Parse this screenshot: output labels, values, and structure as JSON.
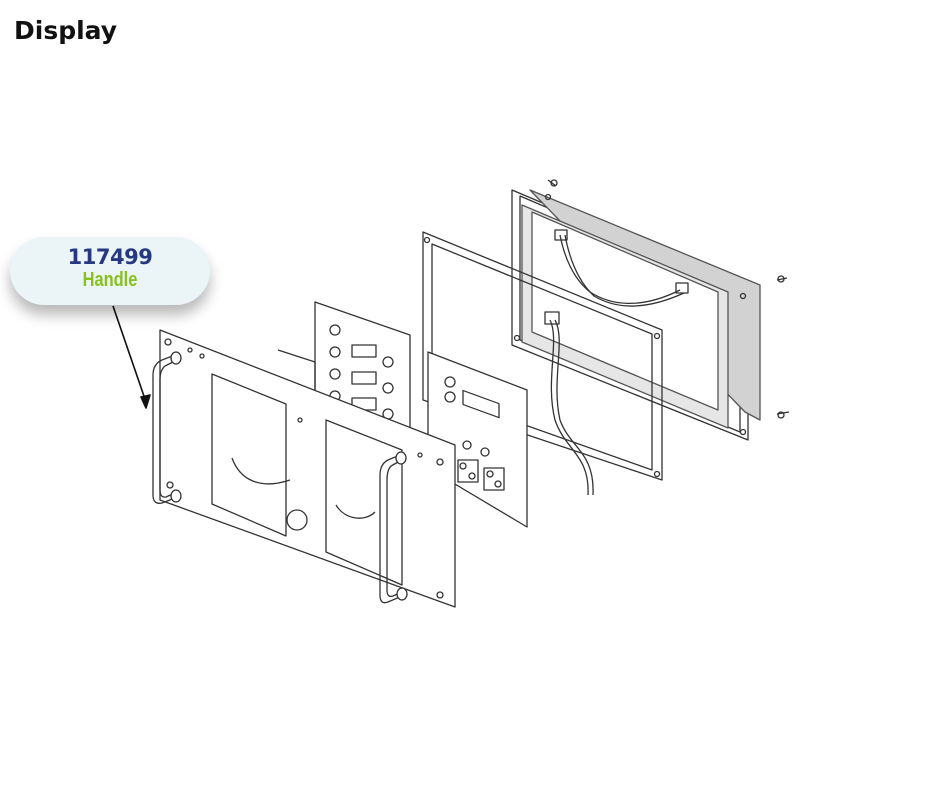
{
  "page": {
    "title": "Display"
  },
  "callout": {
    "part_number": "117499",
    "part_name": "Handle"
  },
  "colors": {
    "part_number": "#26387f",
    "part_name": "#86c21a",
    "callout_bg": "#ebf5f7"
  }
}
